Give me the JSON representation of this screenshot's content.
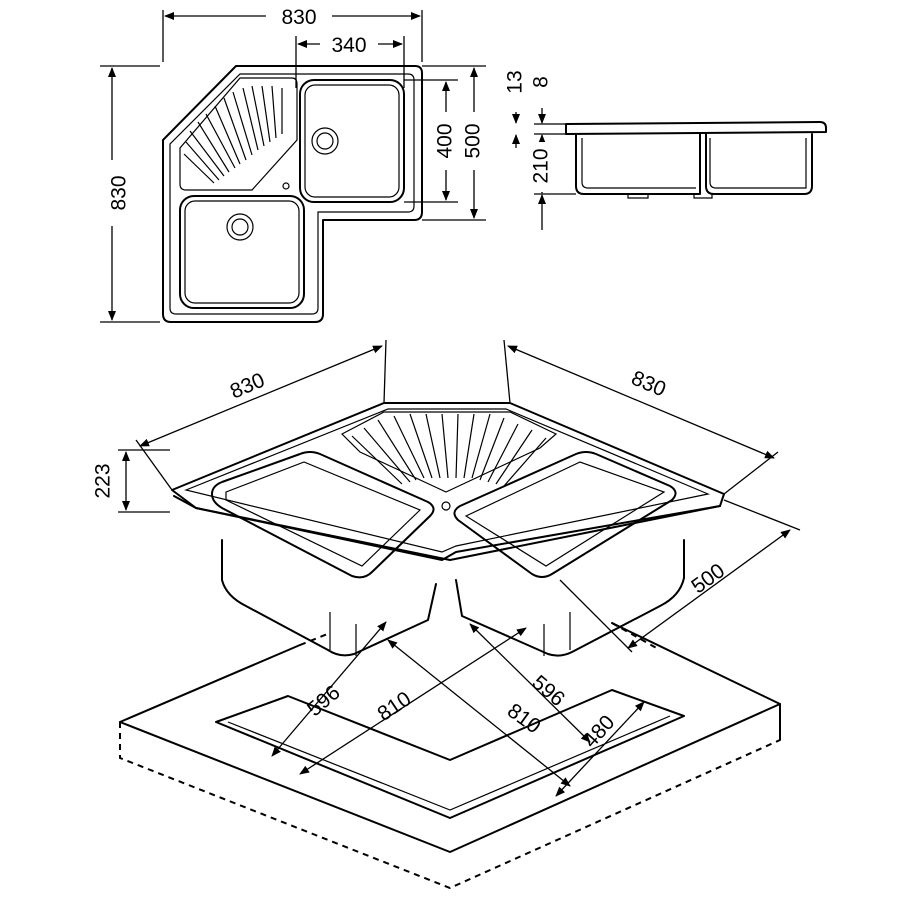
{
  "top_view": {
    "width_label": "830",
    "height_label": "830",
    "bowl_width_label": "340",
    "bowl_depth_label": "400",
    "overall_depth_label": "500"
  },
  "side_view": {
    "rim_label": "13",
    "edge_label": "8",
    "bowl_depth_label": "210"
  },
  "iso_view": {
    "left_length_label": "830",
    "right_length_label": "830",
    "height_label": "223",
    "depth_label": "500",
    "cutout_left_label": "596",
    "cutout_diag_left_label": "810",
    "cutout_right_label": "596",
    "cutout_diag_right_label": "810",
    "cutout_depth_label": "480"
  }
}
